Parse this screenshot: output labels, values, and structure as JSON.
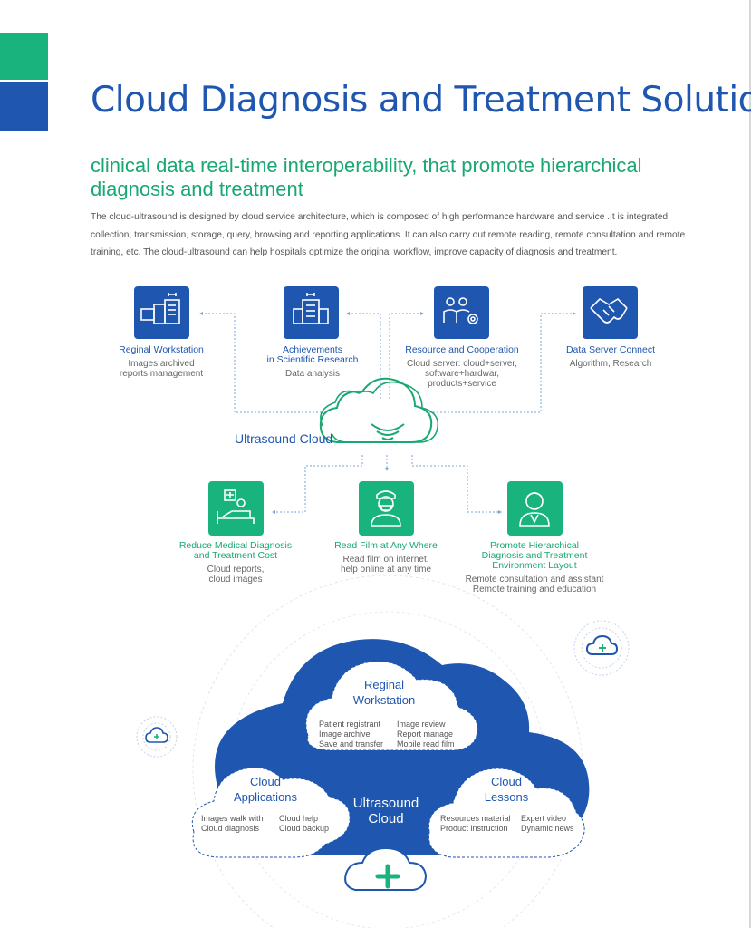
{
  "title": "Cloud Diagnosis and Treatment Solution",
  "subtitle": "clinical data real-time interoperability, that promote hierarchical diagnosis and treatment",
  "intro": "The cloud-ultrasound is designed by cloud service architecture, which is composed of high performance hardware and service .It is integrated collection, transmission, storage, query, browsing and reporting  applications. It can also carry out remote reading, remote consultation and remote training, etc. The cloud-ultrasound can help hospitals optimize the original workflow, improve capacity of diagnosis and treatment.",
  "colors": {
    "green": "#19b37d",
    "blue": "#1f56b0"
  },
  "top_nodes": [
    {
      "icon": "workstation-building-icon",
      "title": "Reginal Workstation",
      "desc": "Images archived\nreports management"
    },
    {
      "icon": "research-building-icon",
      "title": "Achievements\nin Scientific Research",
      "desc": "Data analysis"
    },
    {
      "icon": "people-cooperation-icon",
      "title": "Resource and Cooperation",
      "desc": "Cloud server: cloud+server,\nsoftware+hardwar,\nproducts+service"
    },
    {
      "icon": "handshake-icon",
      "title": "Data Server Connect",
      "desc": "Algorithm, Research"
    }
  ],
  "center": {
    "icon": "cloud-wifi-icon",
    "label": "Ultrasound Cloud"
  },
  "bottom_nodes": [
    {
      "icon": "hospital-bed-icon",
      "title": "Reduce Medical Diagnosis\nand Treatment Cost",
      "desc": "Cloud reports,\ncloud images"
    },
    {
      "icon": "doctor-mask-icon",
      "title": "Read Film at Any Where",
      "desc": "Read film on internet,\nhelp online at any time"
    },
    {
      "icon": "doctor-icon",
      "title": "Promote Hierarchical\nDiagnosis and Treatment\nEnvironment Layout",
      "desc": "Remote consultation and assistant\nRemote training and education"
    }
  ],
  "big_cloud": {
    "center": "Ultrasound\nCloud",
    "top": {
      "title": "Reginal\nWorkstation",
      "left": "Patient registrant\nImage archive\nSave and transfer",
      "right": "Image review\nReport manage\nMobile read film"
    },
    "left": {
      "title": "Cloud\nApplications",
      "left": "Images walk with\nCloud diagnosis",
      "right": "Cloud help\nCloud backup"
    },
    "right": {
      "title": "Cloud\nLessons",
      "left": "Resources material\nProduct instruction",
      "right": "Expert video\nDynamic news"
    }
  }
}
